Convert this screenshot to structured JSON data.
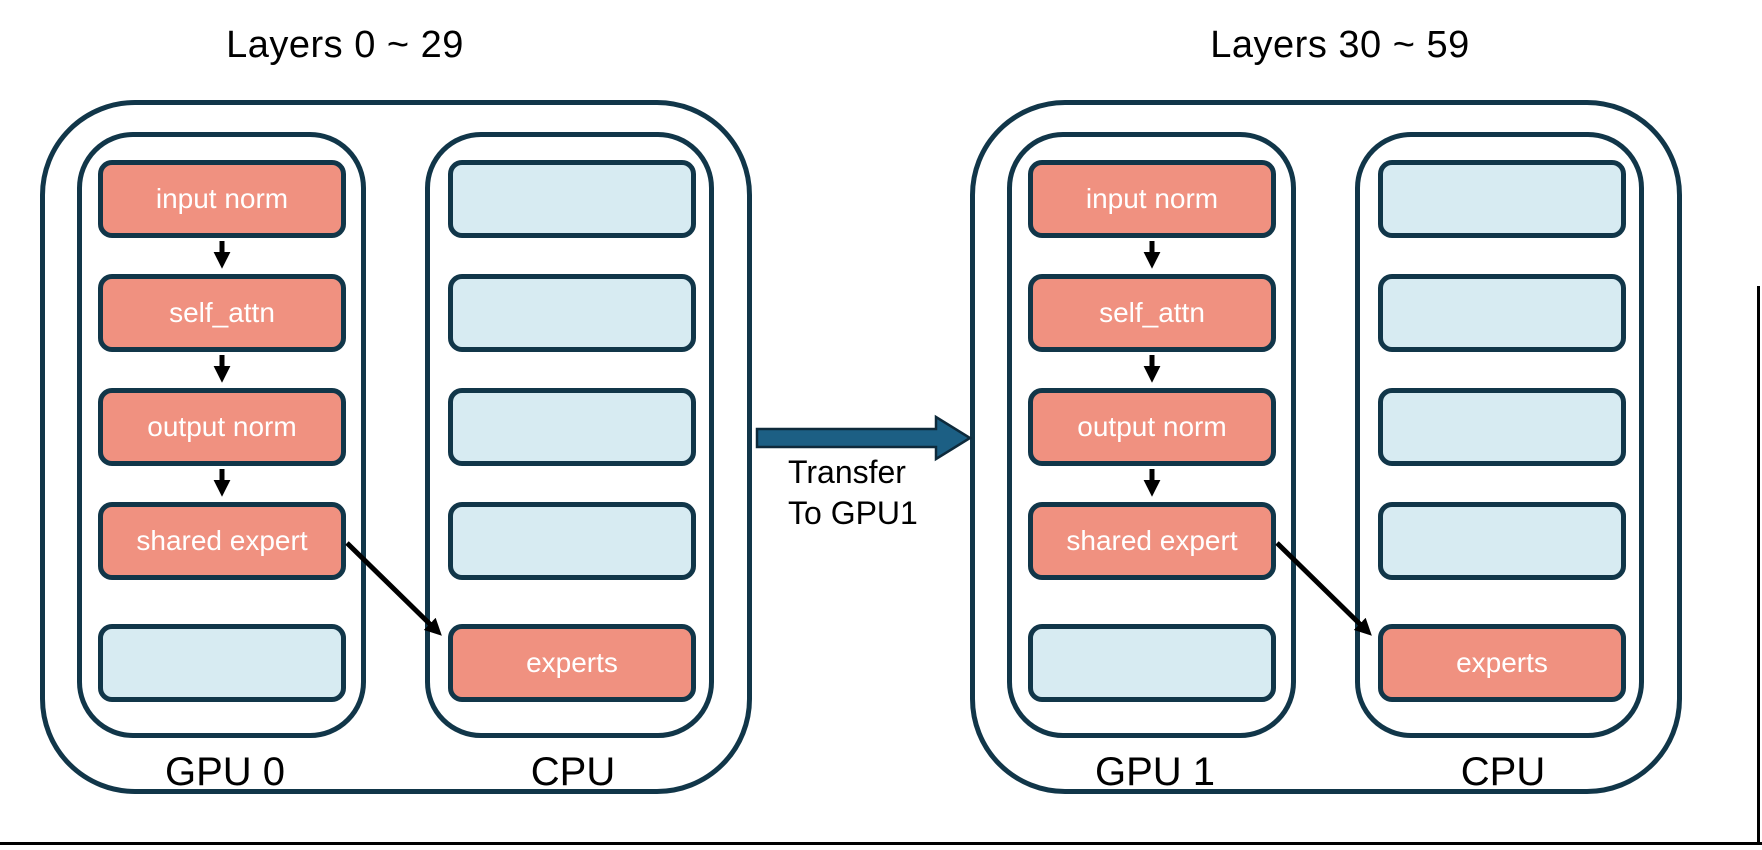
{
  "diagram": {
    "groups": [
      {
        "title": "Layers 0 ~ 29",
        "gpu": {
          "label": "GPU 0",
          "blocks": [
            {
              "text": "input norm",
              "highlighted": true
            },
            {
              "text": "self_attn",
              "highlighted": true
            },
            {
              "text": "output norm",
              "highlighted": true
            },
            {
              "text": "shared expert",
              "highlighted": true
            },
            {
              "text": "",
              "highlighted": false
            }
          ]
        },
        "cpu": {
          "label": "CPU",
          "blocks": [
            {
              "text": "",
              "highlighted": false
            },
            {
              "text": "",
              "highlighted": false
            },
            {
              "text": "",
              "highlighted": false
            },
            {
              "text": "",
              "highlighted": false
            },
            {
              "text": "experts",
              "highlighted": true
            }
          ]
        }
      },
      {
        "title": "Layers 30 ~ 59",
        "gpu": {
          "label": "GPU 1",
          "blocks": [
            {
              "text": "input norm",
              "highlighted": true
            },
            {
              "text": "self_attn",
              "highlighted": true
            },
            {
              "text": "output norm",
              "highlighted": true
            },
            {
              "text": "shared expert",
              "highlighted": true
            },
            {
              "text": "",
              "highlighted": false
            }
          ]
        },
        "cpu": {
          "label": "CPU",
          "blocks": [
            {
              "text": "",
              "highlighted": false
            },
            {
              "text": "",
              "highlighted": false
            },
            {
              "text": "",
              "highlighted": false
            },
            {
              "text": "",
              "highlighted": false
            },
            {
              "text": "experts",
              "highlighted": true
            }
          ]
        }
      }
    ],
    "transfer_label": {
      "line1": "Transfer",
      "line2": "To GPU1"
    },
    "colors": {
      "outline_navy": "#113649",
      "block_salmon": "#F09180",
      "block_lightblue": "#D7EBF2",
      "transfer_arrow_blue": "#1C5F84",
      "flow_arrow_black": "#000000"
    }
  }
}
